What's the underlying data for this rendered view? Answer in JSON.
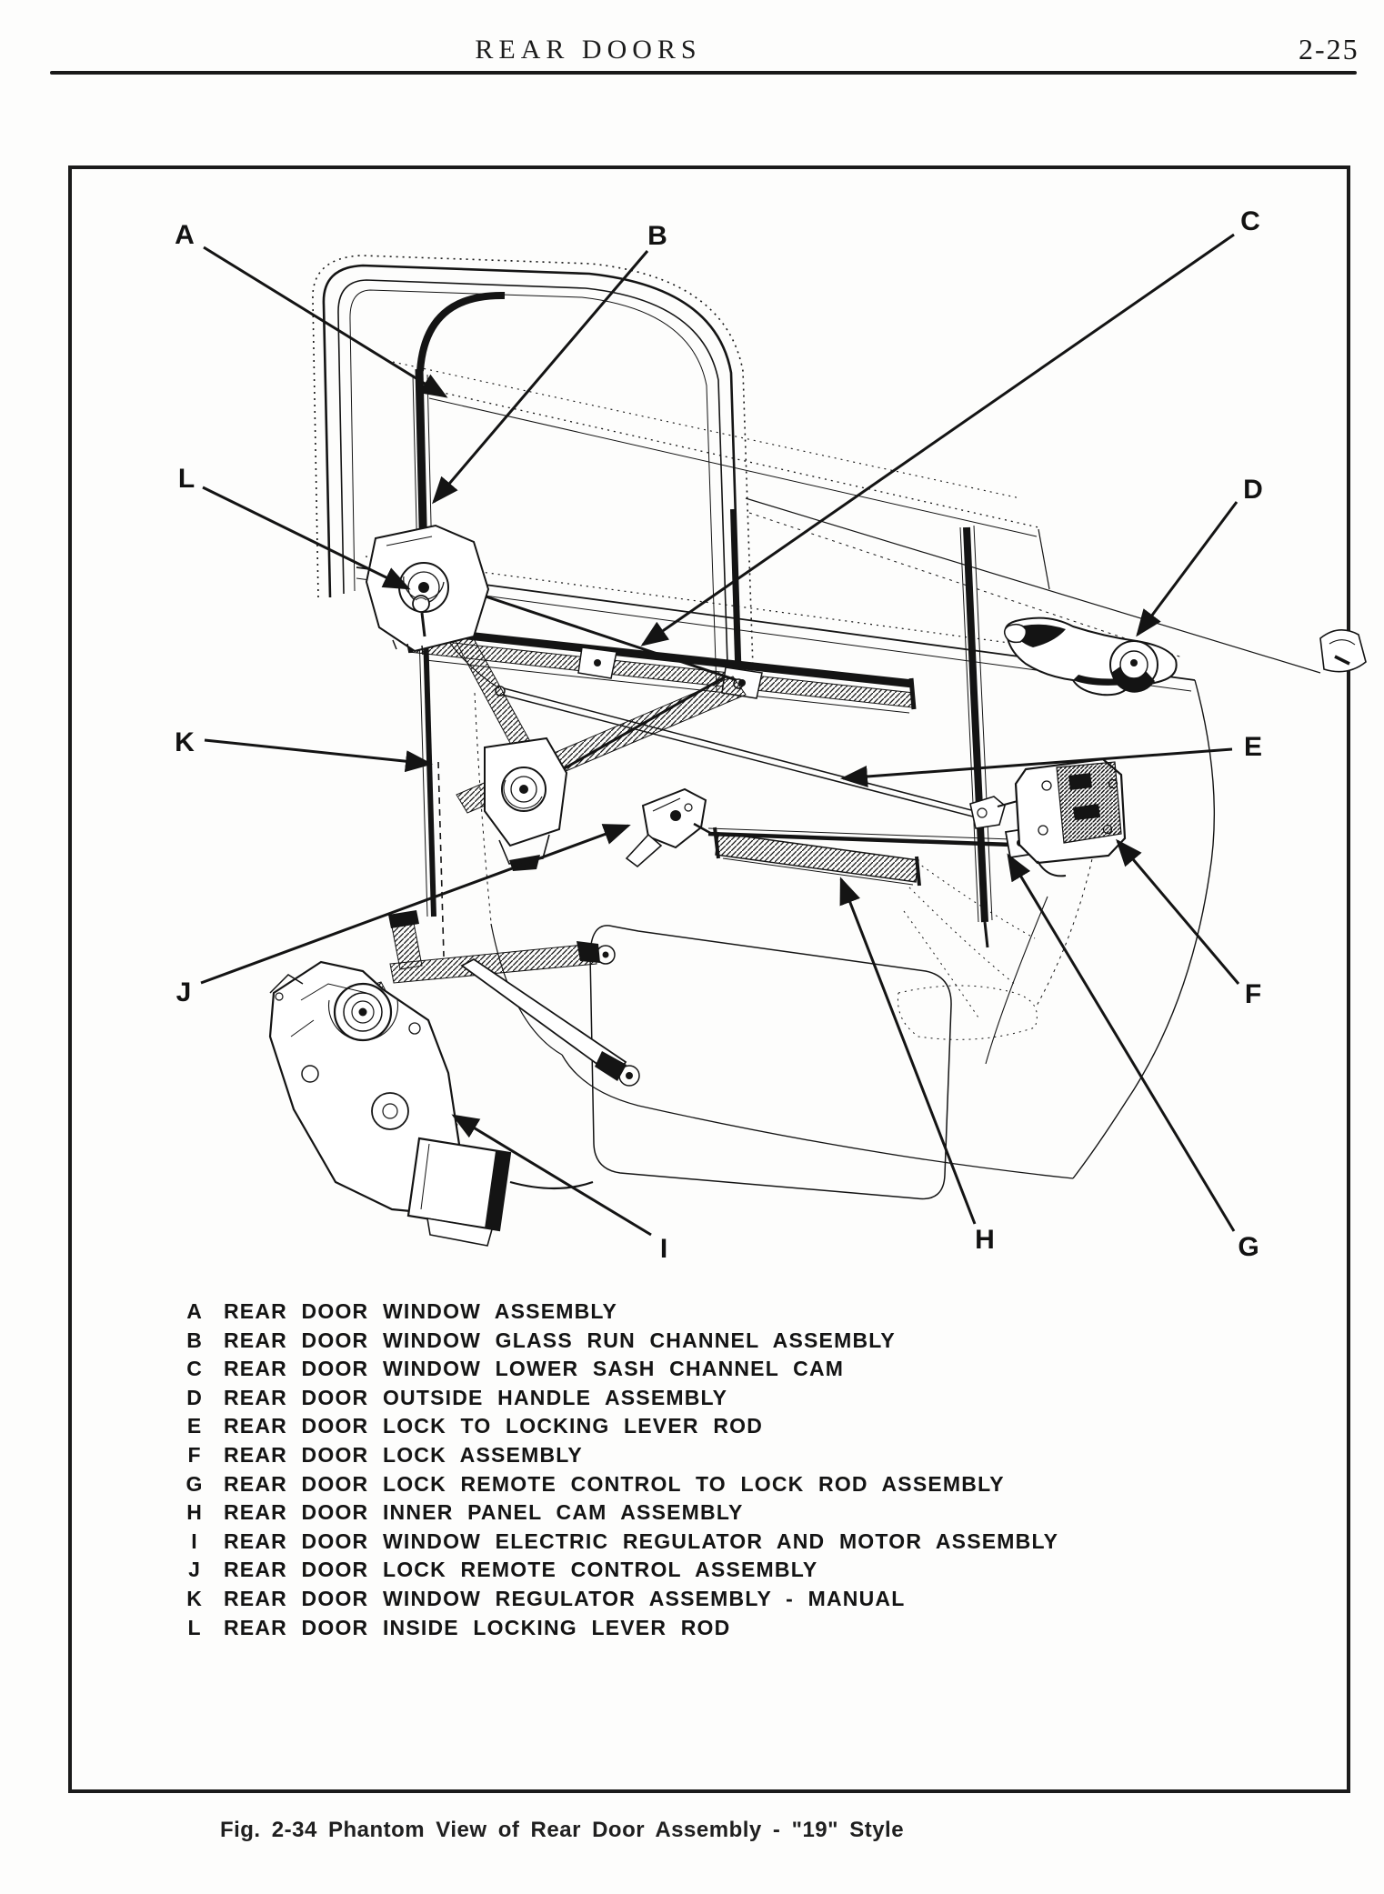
{
  "page": {
    "header_title": "REAR DOORS",
    "page_number": "2-25",
    "caption": "Fig. 2-34   Phantom View of Rear Door Assembly - \"19\" Style"
  },
  "legend": {
    "items": [
      {
        "letter": "A",
        "text": "REAR DOOR WINDOW ASSEMBLY"
      },
      {
        "letter": "B",
        "text": "REAR DOOR WINDOW GLASS RUN CHANNEL ASSEMBLY"
      },
      {
        "letter": "C",
        "text": "REAR DOOR WINDOW LOWER SASH CHANNEL CAM"
      },
      {
        "letter": "D",
        "text": "REAR DOOR OUTSIDE HANDLE ASSEMBLY"
      },
      {
        "letter": "E",
        "text": "REAR DOOR LOCK TO LOCKING LEVER ROD"
      },
      {
        "letter": "F",
        "text": "REAR DOOR LOCK ASSEMBLY"
      },
      {
        "letter": "G",
        "text": "REAR DOOR LOCK REMOTE CONTROL TO LOCK ROD ASSEMBLY"
      },
      {
        "letter": "H",
        "text": "REAR DOOR INNER PANEL CAM ASSEMBLY"
      },
      {
        "letter": "I",
        "text": "REAR DOOR WINDOW ELECTRIC REGULATOR AND MOTOR ASSEMBLY"
      },
      {
        "letter": "J",
        "text": "REAR DOOR LOCK REMOTE CONTROL ASSEMBLY"
      },
      {
        "letter": "K",
        "text": "REAR DOOR WINDOW REGULATOR ASSEMBLY - MANUAL"
      },
      {
        "letter": "L",
        "text": "REAR DOOR INSIDE LOCKING LEVER ROD"
      }
    ]
  }
}
